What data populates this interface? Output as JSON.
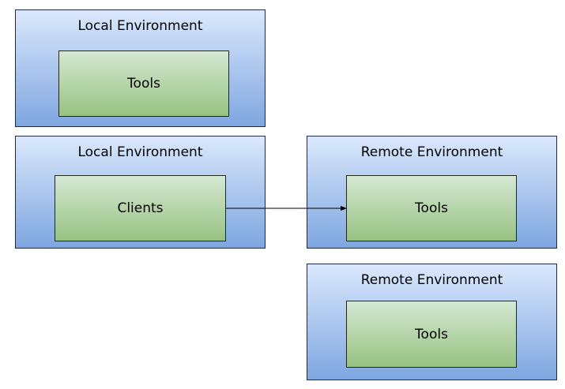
{
  "environments": [
    {
      "title": "Local Environment",
      "inner": "Tools"
    },
    {
      "title": "Local Environment",
      "inner": "Clients"
    },
    {
      "title": "Remote Environment",
      "inner": "Tools"
    },
    {
      "title": "Remote Environment",
      "inner": "Tools"
    }
  ],
  "connections": [
    {
      "from": "Clients",
      "to": "Tools (Remote Environment)"
    }
  ]
}
